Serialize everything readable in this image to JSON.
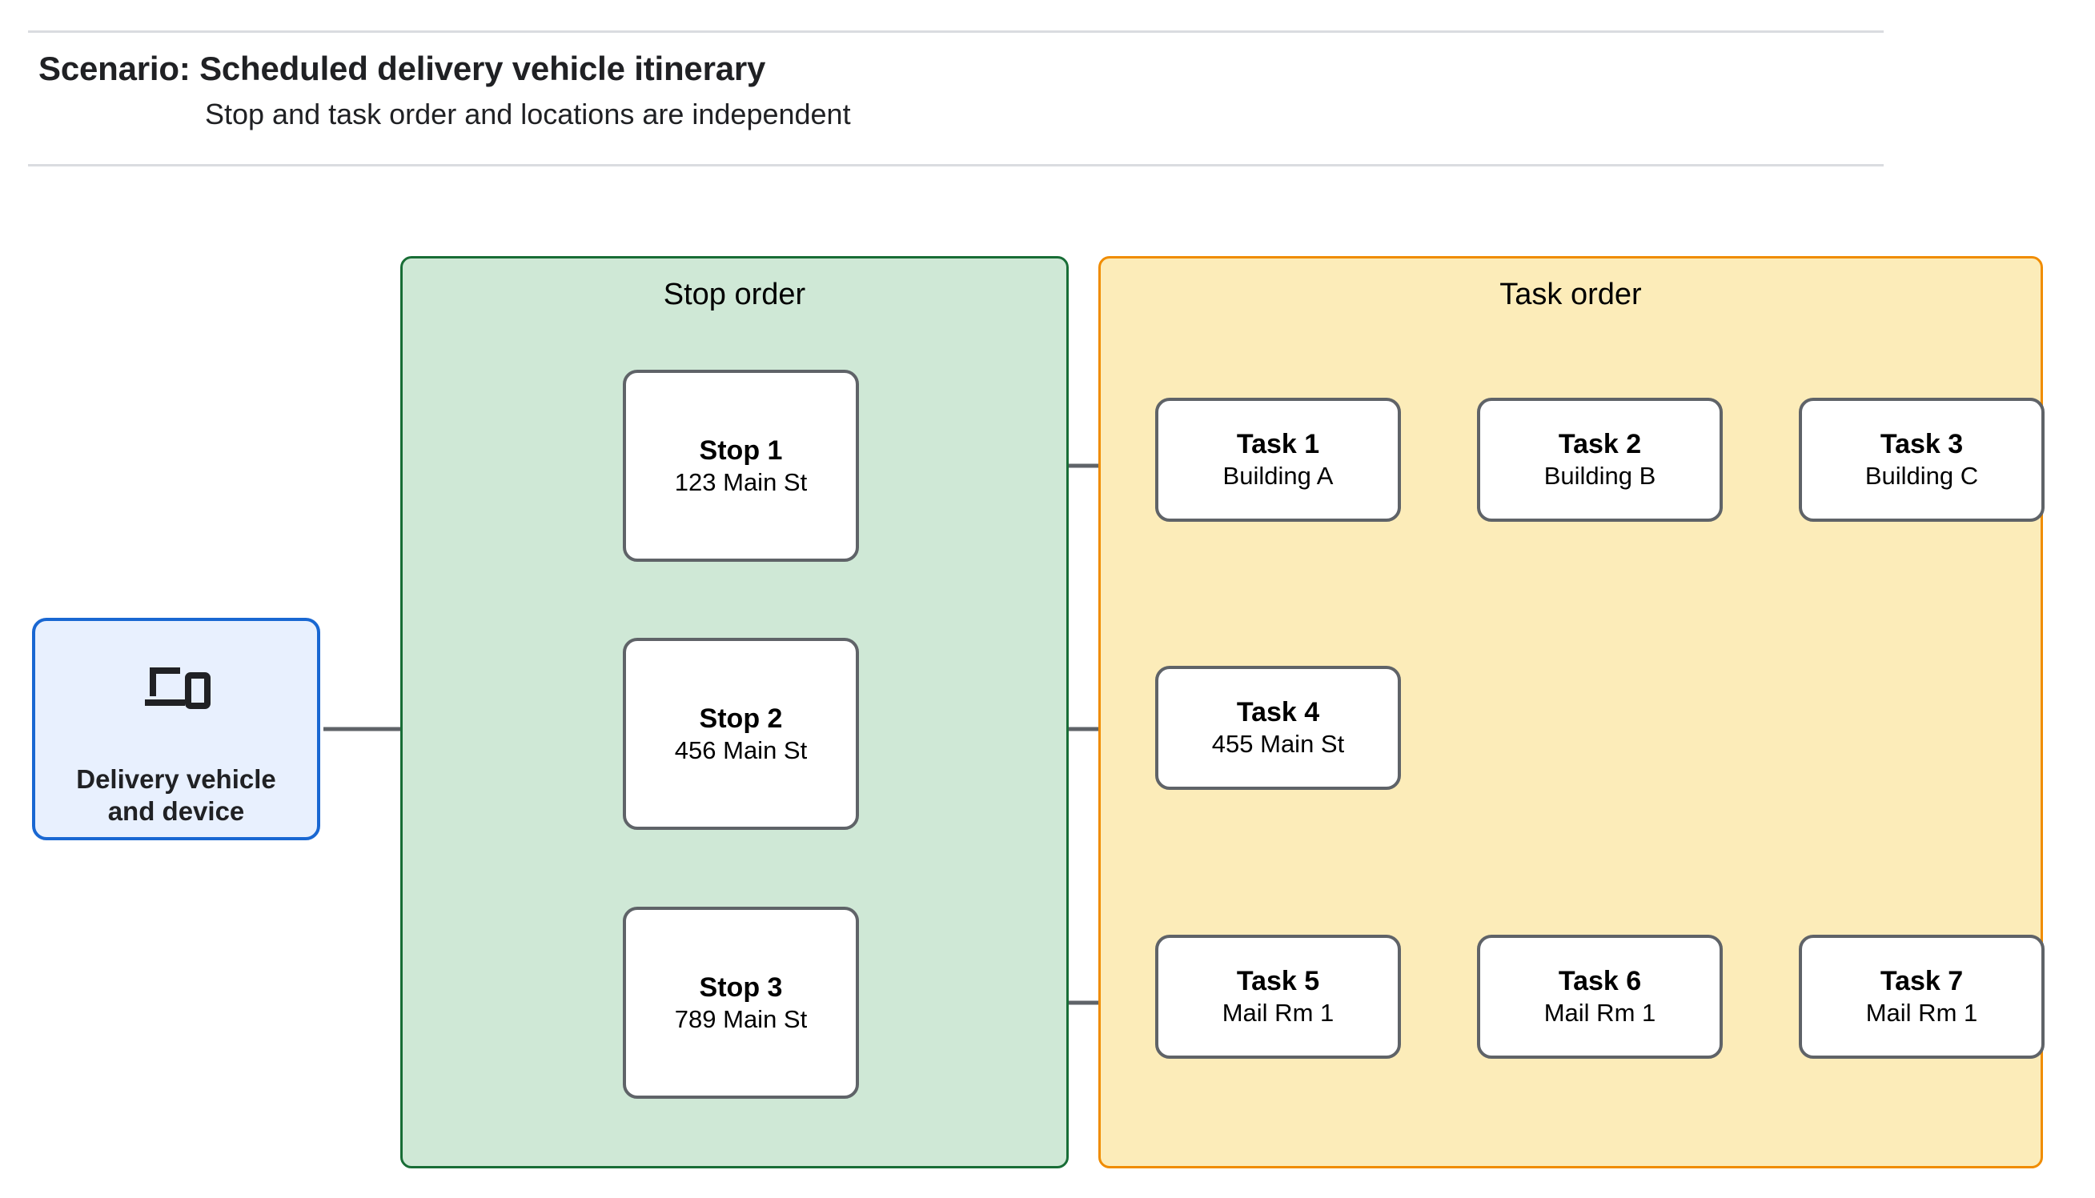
{
  "header": {
    "title": "Scenario: Scheduled delivery vehicle itinerary",
    "subtitle": "Stop and task order and locations are independent"
  },
  "device": {
    "icon": "devices-laptop-phone-icon",
    "label": "Delivery vehicle and device",
    "label_line1": "Delivery vehicle",
    "label_line2": "and device",
    "border_color": "#1967d2",
    "fill_color": "#e8f0fe"
  },
  "groups": {
    "stop_order": {
      "title": "Stop order",
      "border_color": "#186d36",
      "fill_color": "#cfe8d6",
      "nodes": [
        {
          "title": "Stop 1",
          "sub": "123 Main St"
        },
        {
          "title": "Stop 2",
          "sub": "456 Main St"
        },
        {
          "title": "Stop 3",
          "sub": "789 Main St"
        }
      ]
    },
    "task_order": {
      "title": "Task order",
      "border_color": "#f08c00",
      "fill_color": "#fcecb9",
      "rows": [
        [
          {
            "title": "Task 1",
            "sub": "Building A"
          },
          {
            "title": "Task 2",
            "sub": "Building B"
          },
          {
            "title": "Task 3",
            "sub": "Building C"
          }
        ],
        [
          {
            "title": "Task 4",
            "sub": "455 Main St"
          }
        ],
        [
          {
            "title": "Task 5",
            "sub": "Mail Rm 1"
          },
          {
            "title": "Task 6",
            "sub": "Mail Rm 1"
          },
          {
            "title": "Task 7",
            "sub": "Mail Rm 1"
          }
        ]
      ]
    }
  },
  "connectors": {
    "line_color": "#5f6368",
    "edges": [
      "device -> stop-trunk",
      "stop-trunk -> Stop 1",
      "stop-trunk -> Stop 2",
      "stop-trunk -> Stop 3",
      "Stop 1 -> Task 1",
      "Task 1 -> Task 2",
      "Task 2 -> Task 3",
      "Stop 2 -> Task 4",
      "Stop 3 -> Task 5",
      "Task 5 -> Task 6",
      "Task 6 -> Task 7"
    ]
  }
}
